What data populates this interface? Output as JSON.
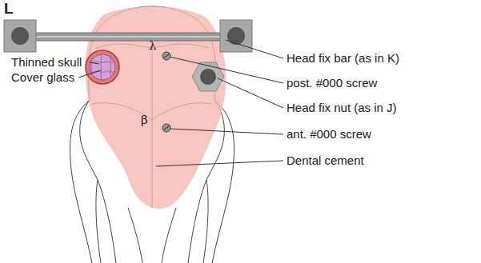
{
  "diagram": {
    "labels": [
      "L",
      "Thinned skull",
      "Cover glass",
      "Head fix bar (as in K)",
      "post. #000 screw",
      "Head fix nut (as in J)",
      "ant. #000 screw",
      "Dental cement",
      "λ",
      "β"
    ]
  }
}
